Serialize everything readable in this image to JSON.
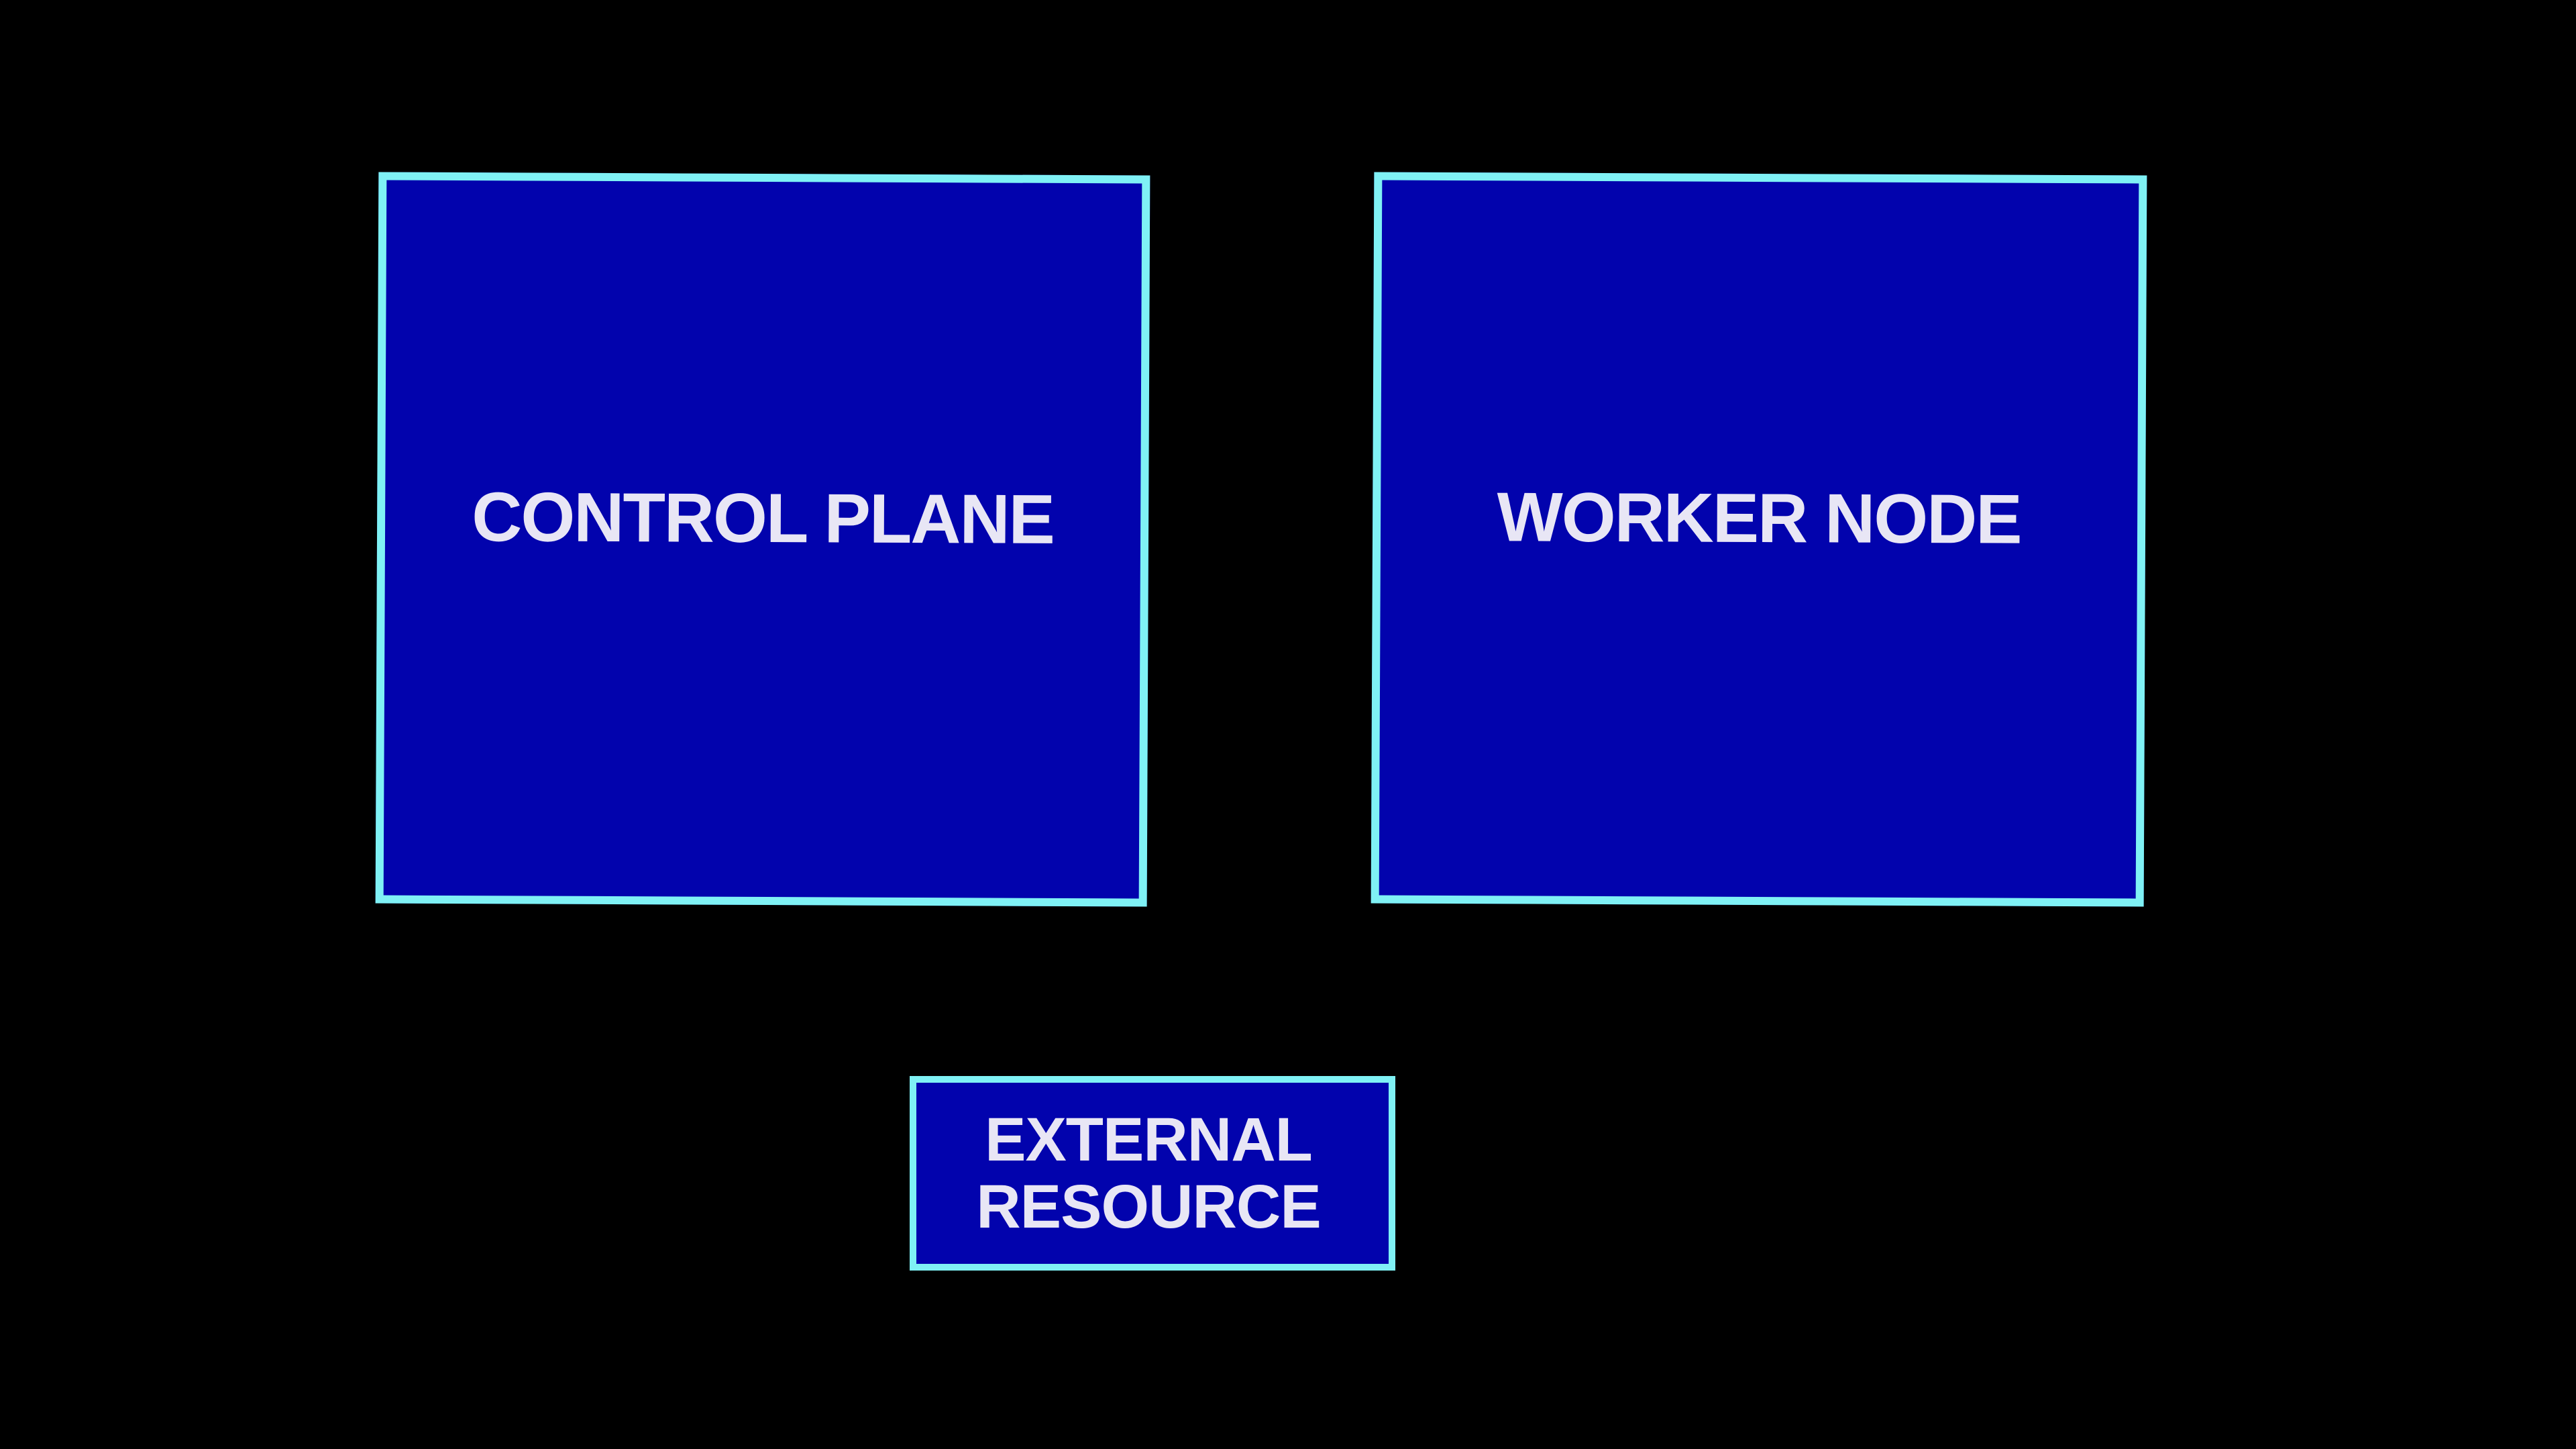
{
  "diagram": {
    "background_color": "#000000",
    "box_fill_color": "#0203ad",
    "box_border_color": "#7ff1f5",
    "text_color": "#e8e6f5",
    "nodes": [
      {
        "id": "control-plane",
        "label": "CONTROL PLANE"
      },
      {
        "id": "worker-node",
        "label": "WORKER NODE"
      },
      {
        "id": "external-resource",
        "label_lines": [
          "EXTERNAL",
          "RESOURCE"
        ]
      }
    ]
  }
}
